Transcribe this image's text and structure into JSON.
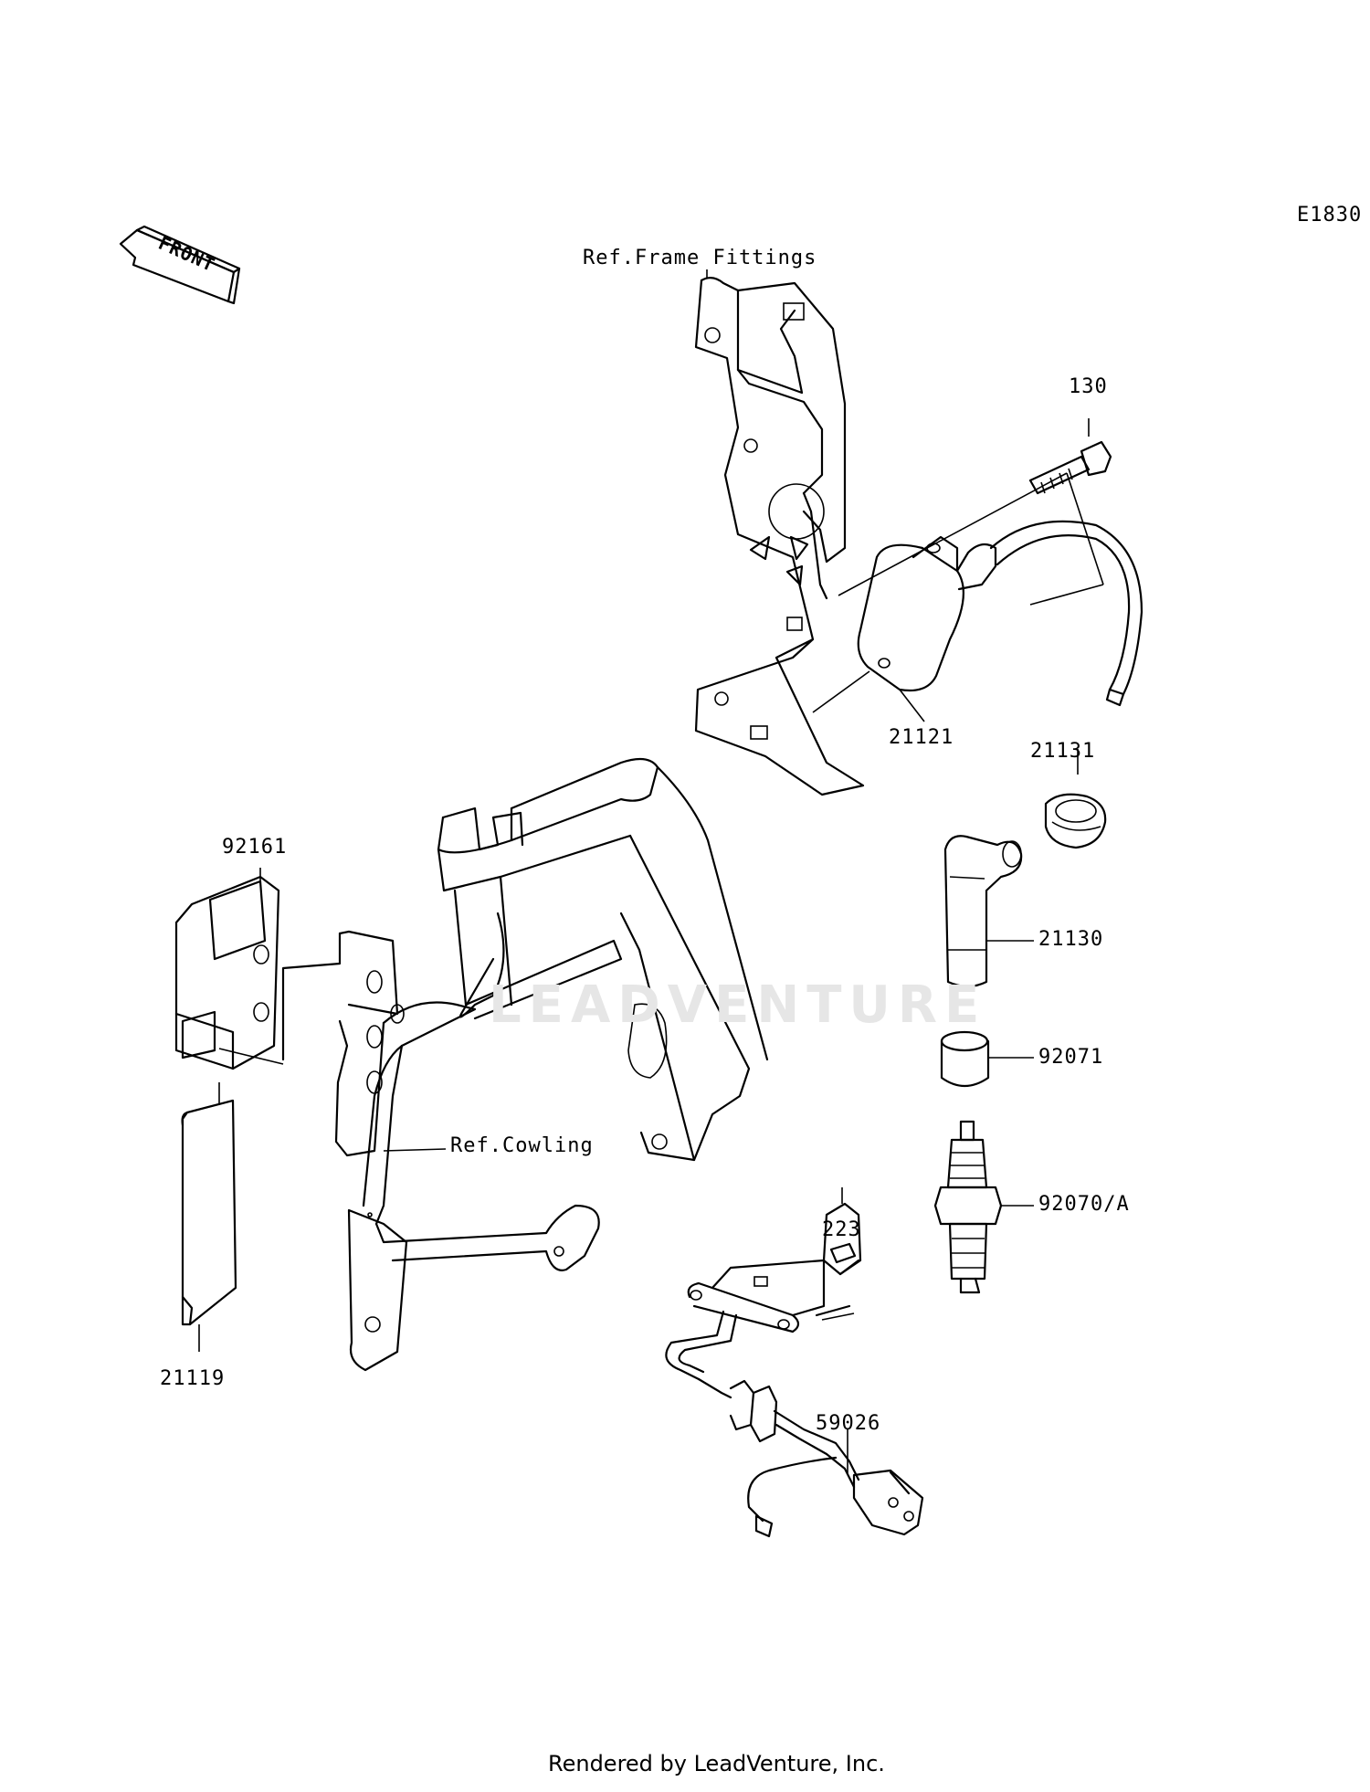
{
  "diagram_code": "E1830",
  "front_arrow": {
    "label": "FRONT",
    "icon": "front-arrow-icon"
  },
  "refs": {
    "frame_fittings": "Ref.Frame Fittings",
    "cowling": "Ref.Cowling"
  },
  "parts": [
    {
      "id": "p130",
      "number": "130"
    },
    {
      "id": "p21121",
      "number": "21121"
    },
    {
      "id": "p21131",
      "number": "21131"
    },
    {
      "id": "p92161",
      "number": "92161"
    },
    {
      "id": "p21130",
      "number": "21130"
    },
    {
      "id": "p92071",
      "number": "92071"
    },
    {
      "id": "p92070a",
      "number": "92070/A"
    },
    {
      "id": "p223",
      "number": "223"
    },
    {
      "id": "p21119",
      "number": "21119"
    },
    {
      "id": "p59026",
      "number": "59026"
    }
  ],
  "watermark": "LEADVENTURE",
  "footer": "Rendered by LeadVenture, Inc."
}
